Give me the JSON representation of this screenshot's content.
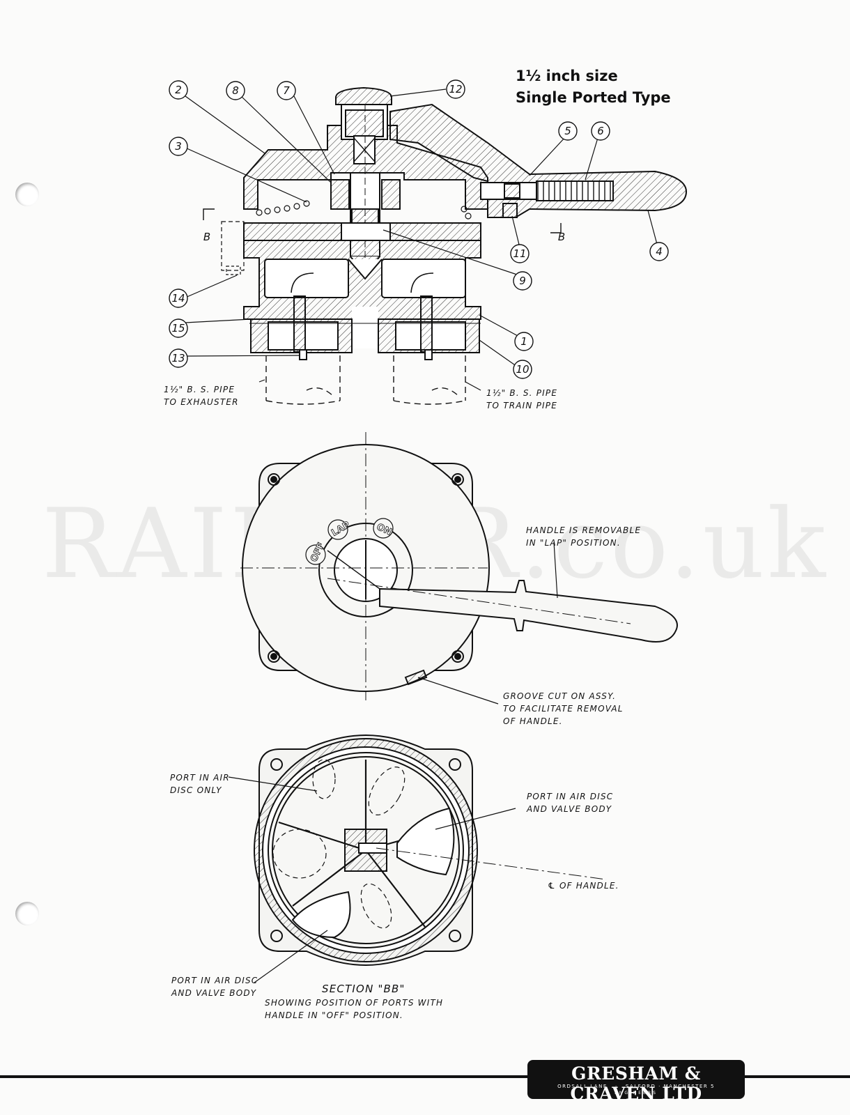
{
  "title": {
    "line1": "1½ inch size",
    "line2": "Single Ported  Type"
  },
  "callouts": [
    "1",
    "2",
    "3",
    "4",
    "5",
    "6",
    "7",
    "8",
    "9",
    "10",
    "11",
    "12",
    "13",
    "14",
    "15"
  ],
  "section_markers": [
    "B",
    "B"
  ],
  "pipe_notes": {
    "exhauster": [
      "1½\" B. S. PIPE",
      "TO EXHAUSTER"
    ],
    "train_pipe": [
      "1½\" B. S. PIPE",
      "TO TRAIN PIPE"
    ]
  },
  "dial_labels": [
    "OFF",
    "LAP",
    "ON"
  ],
  "notes": {
    "handle_removable": [
      "HANDLE IS REMOVABLE",
      "IN \"LAP\" POSITION."
    ],
    "groove": [
      "GROOVE CUT ON ASSY.",
      "TO FACILITATE REMOVAL",
      "OF HANDLE."
    ],
    "port_air_disc_only": [
      "PORT IN AIR",
      "DISC ONLY"
    ],
    "port_air_disc_valve_right": [
      "PORT IN AIR DISC",
      "AND VALVE BODY"
    ],
    "cl_handle": "℄ OF HANDLE.",
    "port_air_disc_valve_left": [
      "PORT IN AIR DISC",
      "AND VALVE BODY"
    ],
    "section_title": "SECTION \"BB\"",
    "section_caption": [
      "SHOWING POSITION OF PORTS WITH",
      "HANDLE IN \"OFF\" POSITION."
    ]
  },
  "watermark": "RAILCAR.co.uk",
  "logo": {
    "name": "GRESHAM & CRAVEN LTD",
    "address_left": "ORDSALL LANE",
    "address_right": "SALFORD · MANCHESTER 5",
    "subtitle": "ENGINEERS"
  }
}
